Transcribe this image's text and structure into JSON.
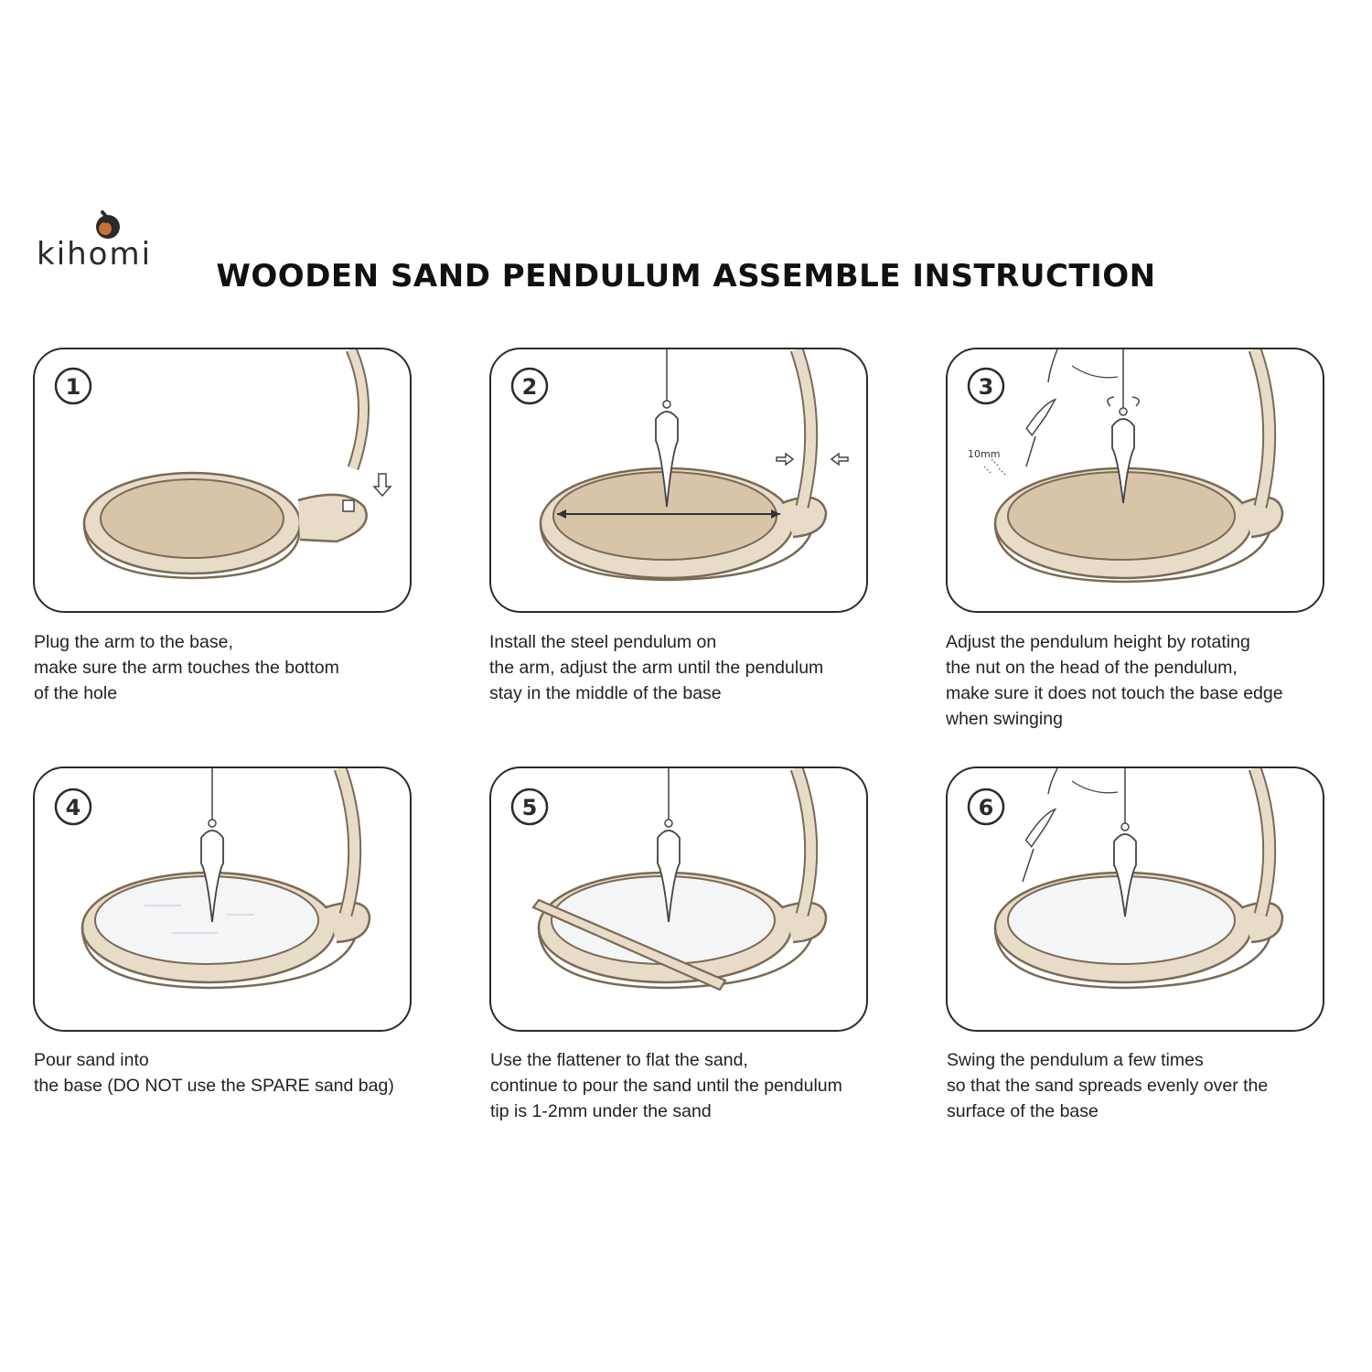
{
  "brand": {
    "name": "kihomi",
    "logo_icon": "flame-drop-icon",
    "colors": {
      "mark_dark": "#2b2b2b",
      "mark_accent": "#c8703a"
    }
  },
  "title": "WOODEN SAND PENDULUM ASSEMBLE INSTRUCTION",
  "colors": {
    "wood": "#e8dcc8",
    "wood_stroke": "#7a6a55",
    "sand": "#d8c4a8",
    "sand_white": "#f4f5f7",
    "outline": "#2b2b2b"
  },
  "steps": [
    {
      "number": "1",
      "caption": "Plug the arm to the base,\nmake sure the arm touches the bottom\nof the hole"
    },
    {
      "number": "2",
      "caption": "Install the steel pendulum on\nthe arm, adjust the arm until the pendulum\nstay in the middle of the base"
    },
    {
      "number": "3",
      "caption": "Adjust the pendulum height by rotating\nthe nut on the head of the pendulum,\nmake sure it does not touch the base edge\nwhen swinging",
      "annotation": "10mm"
    },
    {
      "number": "4",
      "caption": "Pour sand into\nthe base (DO NOT use the SPARE sand bag)"
    },
    {
      "number": "5",
      "caption": "Use the flattener to flat the sand,\ncontinue to pour the sand until the pendulum\ntip is 1-2mm under the sand"
    },
    {
      "number": "6",
      "caption": "Swing the pendulum a few times\nso that the sand spreads evenly over the\nsurface of the base"
    }
  ]
}
